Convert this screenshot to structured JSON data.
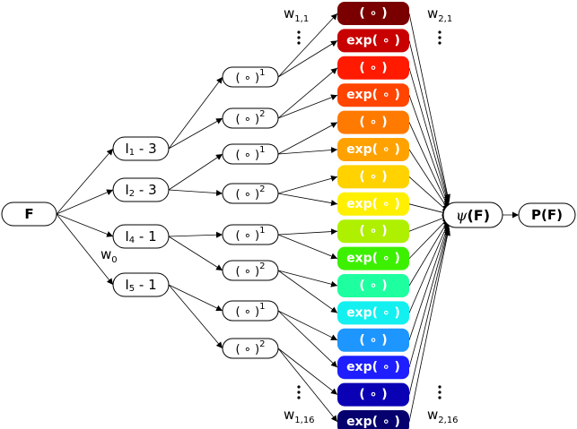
{
  "input_node": {
    "label": "F"
  },
  "layer1": [
    {
      "base": "I",
      "sub": "1",
      "rest": " - 3"
    },
    {
      "base": "I",
      "sub": "2",
      "rest": " - 3"
    },
    {
      "base": "I",
      "sub": "4",
      "rest": " - 1"
    },
    {
      "base": "I",
      "sub": "5",
      "rest": " - 1"
    }
  ],
  "power_nodes": [
    {
      "base": "( ∘ )",
      "sup": "1"
    },
    {
      "base": "( ∘ )",
      "sup": "2"
    },
    {
      "base": "( ∘ )",
      "sup": "1"
    },
    {
      "base": "( ∘ )",
      "sup": "2"
    },
    {
      "base": "( ∘ )",
      "sup": "1"
    },
    {
      "base": "( ∘ )",
      "sup": "2"
    },
    {
      "base": "( ∘ )",
      "sup": "1"
    },
    {
      "base": "( ∘ )",
      "sup": "2"
    }
  ],
  "feature_nodes": [
    {
      "label": "( ∘ )",
      "color": "#7a0000"
    },
    {
      "label": "exp( ∘ )",
      "color": "#c80000"
    },
    {
      "label": "( ∘ )",
      "color": "#ff1a00"
    },
    {
      "label": "exp( ∘ )",
      "color": "#ff4500"
    },
    {
      "label": "( ∘ )",
      "color": "#ff7a00"
    },
    {
      "label": "exp( ∘ )",
      "color": "#ffa200"
    },
    {
      "label": "( ∘ )",
      "color": "#ffd200"
    },
    {
      "label": "exp( ∘ )",
      "color": "#fff000"
    },
    {
      "label": "( ∘ )",
      "color": "#aef000"
    },
    {
      "label": "exp( ∘ )",
      "color": "#3cf000"
    },
    {
      "label": "( ∘ )",
      "color": "#1effa0"
    },
    {
      "label": "exp( ∘ )",
      "color": "#14f0f0"
    },
    {
      "label": "( ∘ )",
      "color": "#1e96ff"
    },
    {
      "label": "exp( ∘ )",
      "color": "#1e1eff"
    },
    {
      "label": "( ∘ )",
      "color": "#0a00b4"
    },
    {
      "label": "exp( ∘ )",
      "color": "#05006e"
    }
  ],
  "psi_node": {
    "symbol": "ψ",
    "arg": "(F)"
  },
  "output_node": {
    "label": "P(F)"
  },
  "weights": {
    "w0": {
      "base": "w",
      "sub": "0"
    },
    "w1_first": {
      "base": "w",
      "sub": "1,1"
    },
    "w1_last": {
      "base": "w",
      "sub": "1,16"
    },
    "w2_first": {
      "base": "w",
      "sub": "2,1"
    },
    "w2_last": {
      "base": "w",
      "sub": "2,16"
    }
  },
  "colors": {
    "stroke": "#000000",
    "node_fill": "#ffffff",
    "feature_text": "#ffffff"
  }
}
